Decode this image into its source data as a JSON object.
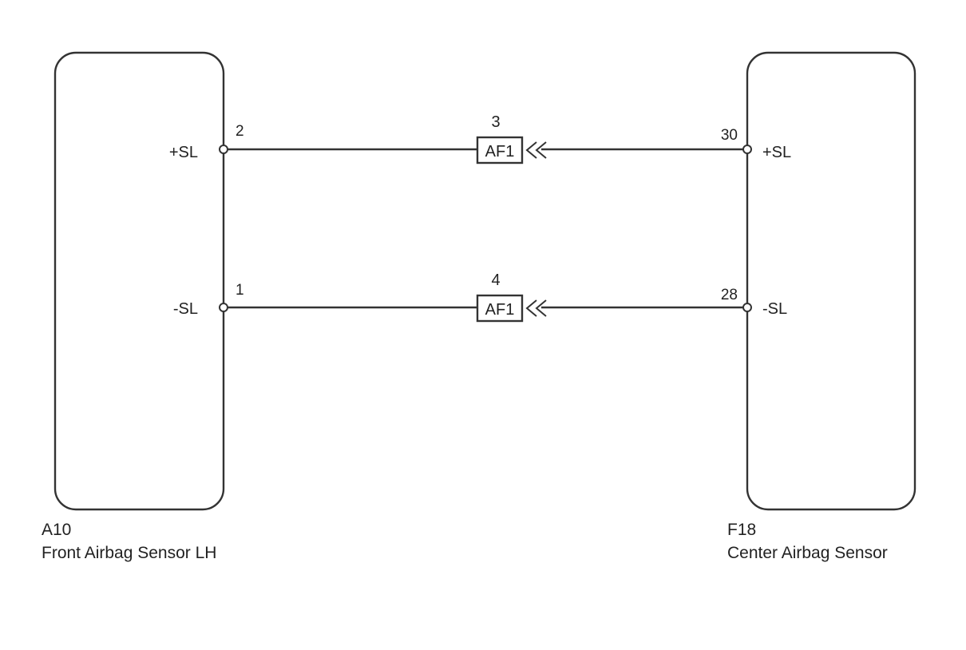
{
  "left_component": {
    "code": "A10",
    "name": "Front Airbag Sensor LH",
    "pins": [
      {
        "number": "2",
        "signal": "+SL"
      },
      {
        "number": "1",
        "signal": "-SL"
      }
    ]
  },
  "right_component": {
    "code": "F18",
    "name": "Center Airbag Sensor",
    "pins": [
      {
        "number": "30",
        "signal": "+SL"
      },
      {
        "number": "28",
        "signal": "-SL"
      }
    ]
  },
  "connectors": [
    {
      "name": "AF1",
      "pin": "3"
    },
    {
      "name": "AF1",
      "pin": "4"
    }
  ]
}
